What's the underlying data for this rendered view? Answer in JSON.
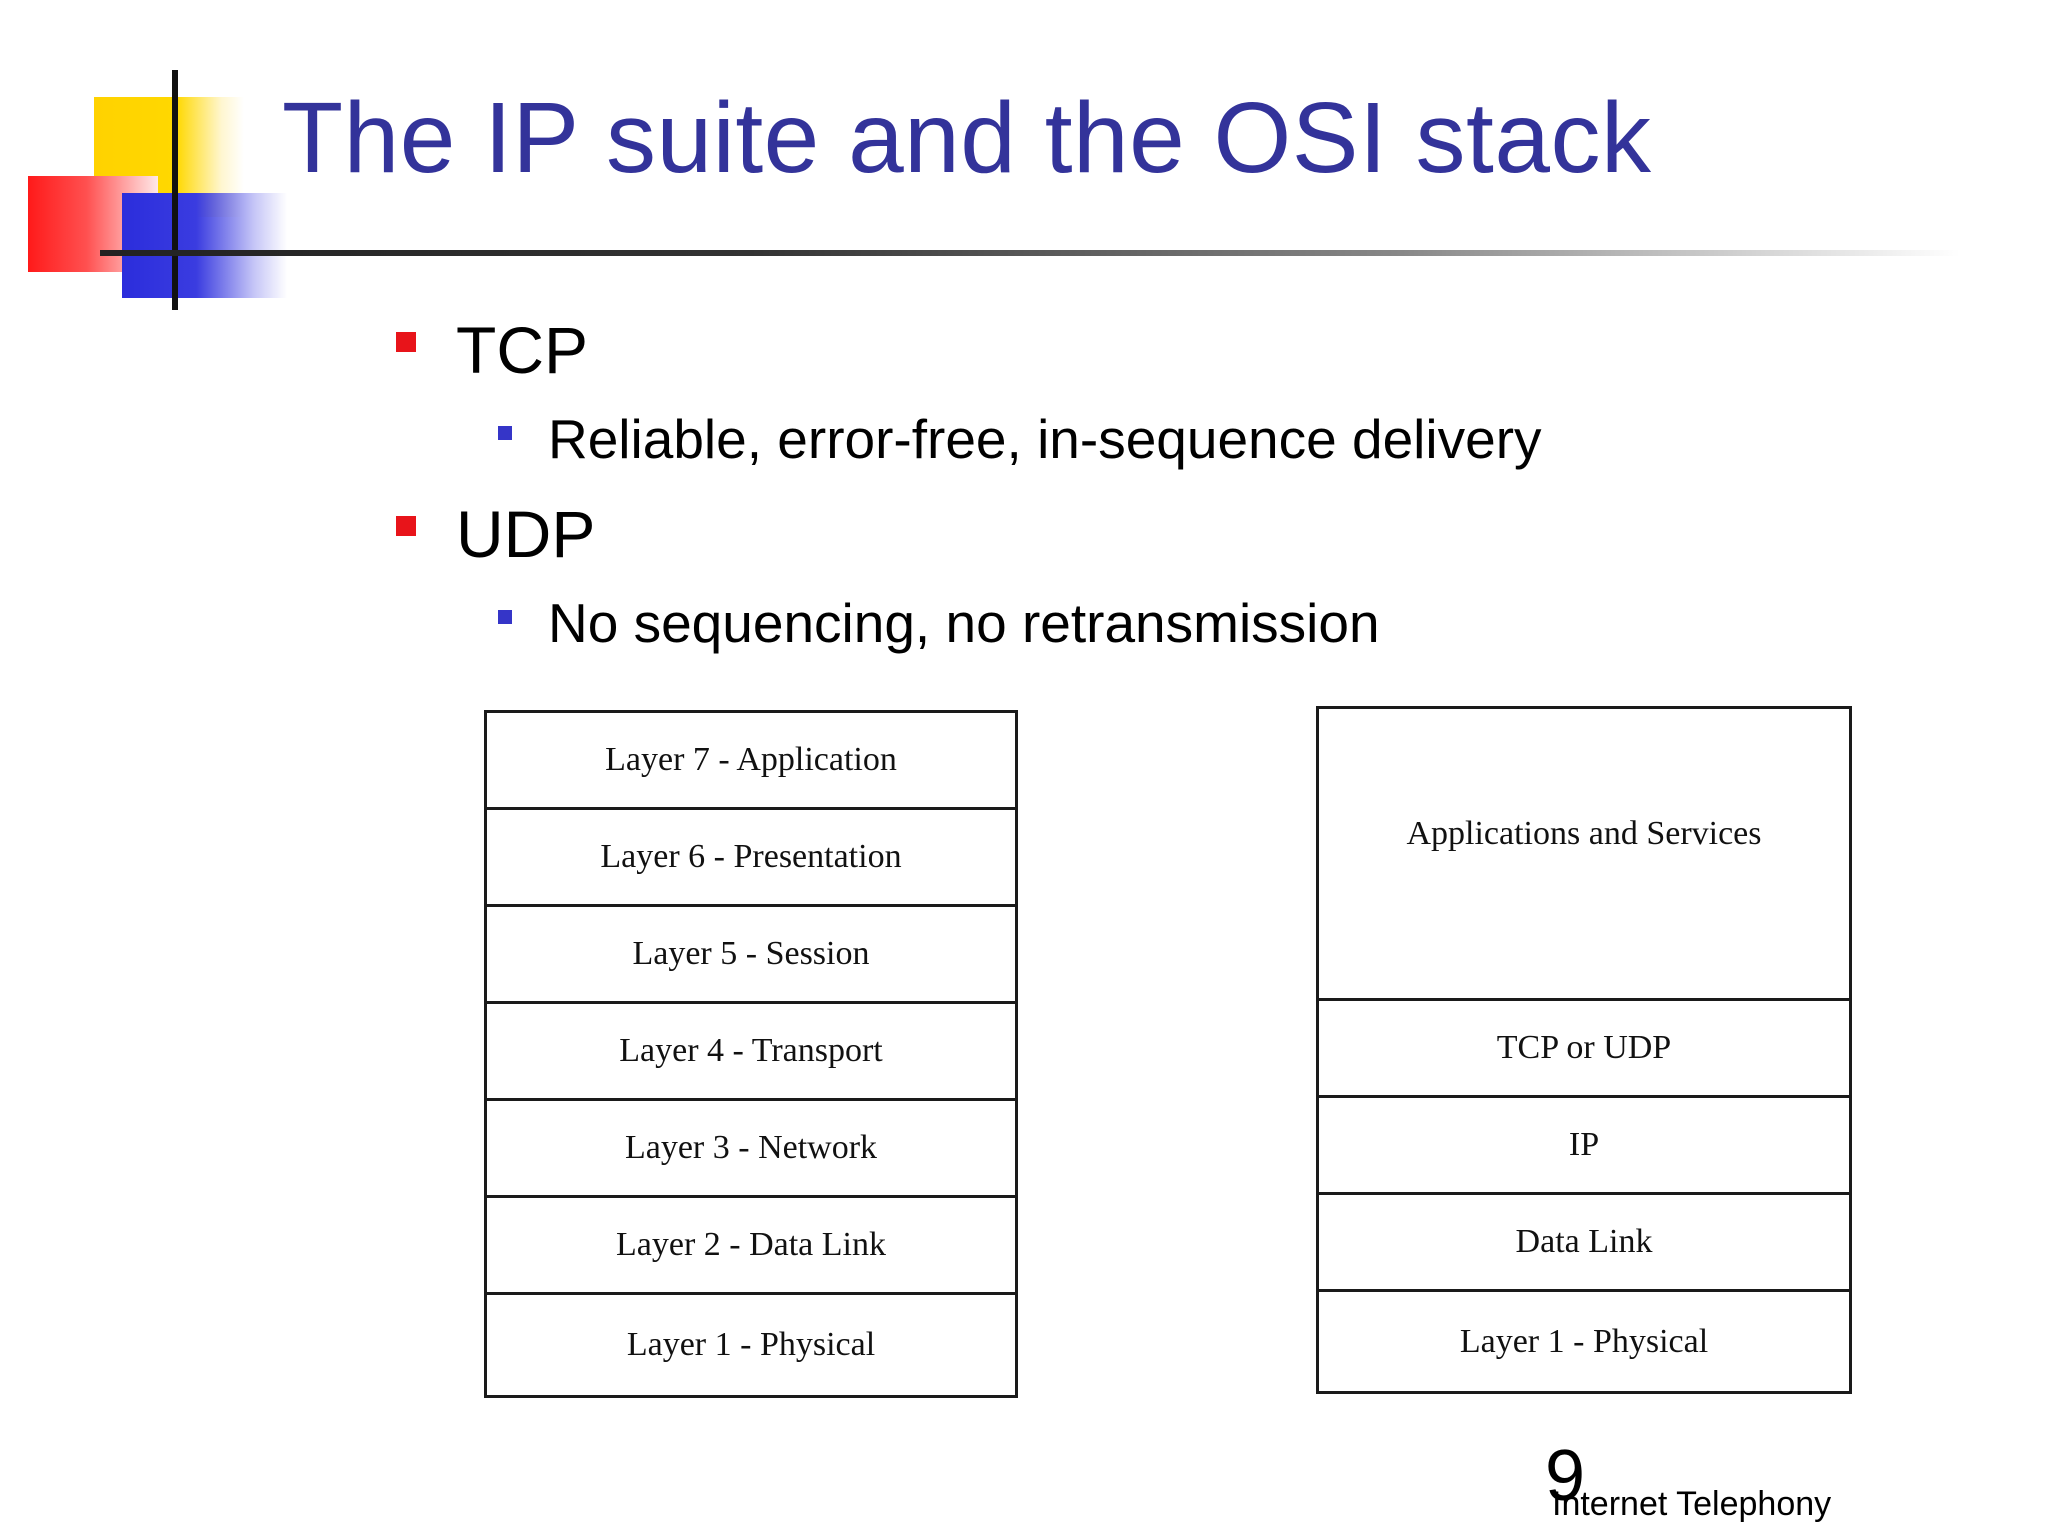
{
  "slide": {
    "title": "The IP suite and the OSI stack",
    "bullets": [
      {
        "text": "TCP",
        "sub": [
          "Reliable, error-free, in-sequence delivery"
        ]
      },
      {
        "text": "UDP",
        "sub": [
          "No sequencing, no retransmission"
        ]
      }
    ],
    "osi_stack": [
      "Layer 7 - Application",
      "Layer 6 - Presentation",
      "Layer 5 - Session",
      "Layer 4 - Transport",
      "Layer 3 - Network",
      "Layer 2 - Data Link",
      "Layer 1 - Physical"
    ],
    "ip_stack": [
      "Applications and Services",
      "TCP or UDP",
      "IP",
      "Data Link",
      "Layer 1 - Physical"
    ],
    "page_number": "9",
    "footer": "Internet Telephony"
  },
  "colors": {
    "title": "#33339a",
    "bullet_level1": "#e8141a",
    "bullet_level2": "#3535c8"
  }
}
